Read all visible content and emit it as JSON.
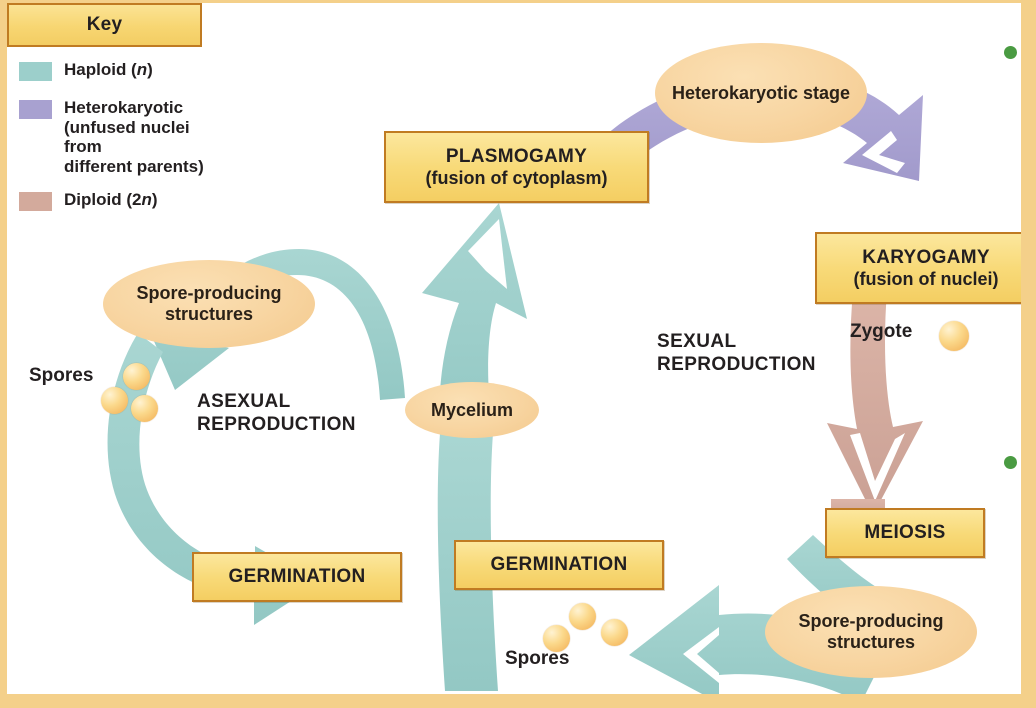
{
  "figure": {
    "subject": "Fungal life cycle (generalized)",
    "colors": {
      "haploid": "#9ccfcb",
      "heterokaryotic": "#a8a1d0",
      "diploid": "#d3aa9c",
      "box_fill": "#f8da79",
      "box_border": "#c07b22",
      "ellipse_fill": "#f8d6a3",
      "spore": "#f2ad51",
      "frame": "#f4d08a",
      "rail_dot": "#4a9b42",
      "text": "#231f20"
    }
  },
  "key": {
    "title": "Key",
    "items": [
      {
        "id": "haploid",
        "label": "Haploid (n)",
        "swatch": "#9ccfcb"
      },
      {
        "id": "heterokaryotic",
        "label": "Heterokaryotic\n(unfused nuclei from\ndifferent parents)",
        "swatch": "#a8a1d0"
      },
      {
        "id": "diploid",
        "label": "Diploid (2n)",
        "swatch": "#d3aa9c"
      }
    ]
  },
  "process_boxes": [
    {
      "id": "plasmogamy",
      "line1": "PLASMOGAMY",
      "line2": "(fusion of cytoplasm)"
    },
    {
      "id": "karyogamy",
      "line1": "KARYOGAMY",
      "line2": "(fusion of nuclei)"
    },
    {
      "id": "meiosis",
      "line1": "MEIOSIS",
      "line2": ""
    },
    {
      "id": "germination-asexual",
      "line1": "GERMINATION",
      "line2": ""
    },
    {
      "id": "germination-sexual",
      "line1": "GERMINATION",
      "line2": ""
    }
  ],
  "stages": [
    {
      "id": "heterokaryotic-stage",
      "label": "Heterokaryotic\nstage"
    },
    {
      "id": "spore-producing-structures-asexual",
      "label": "Spore-producing\nstructures"
    },
    {
      "id": "mycelium",
      "label": "Mycelium"
    },
    {
      "id": "spore-producing-structures-sexual",
      "label": "Spore-producing\nstructures"
    }
  ],
  "labels": [
    {
      "id": "spores-asexual",
      "text": "Spores"
    },
    {
      "id": "spores-sexual",
      "text": "Spores"
    },
    {
      "id": "zygote",
      "text": "Zygote"
    },
    {
      "id": "asexual-reproduction",
      "text": "ASEXUAL\nREPRODUCTION"
    },
    {
      "id": "sexual-reproduction",
      "text": "SEXUAL\nREPRODUCTION"
    }
  ],
  "spore_clusters": {
    "asexual": 3,
    "sexual": 3,
    "zygote": 1
  },
  "rail": {
    "bullets": 2
  }
}
